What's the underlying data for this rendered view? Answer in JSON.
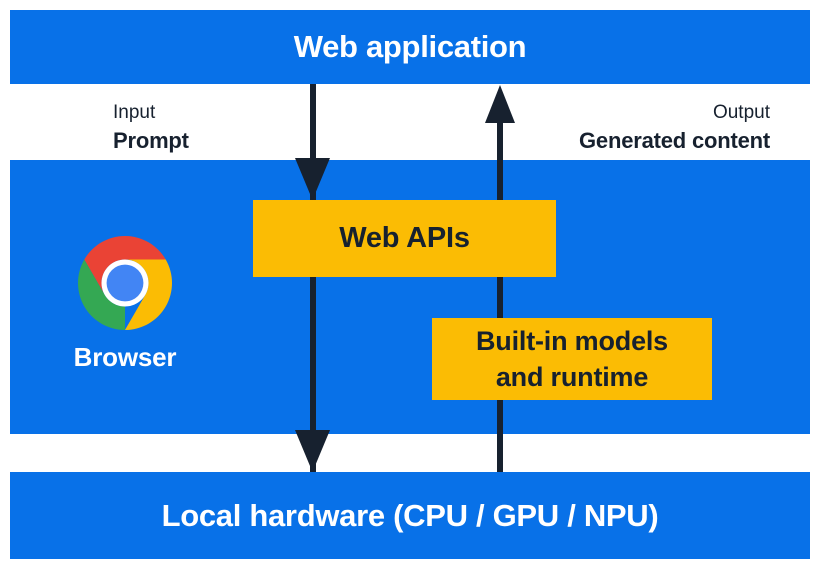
{
  "top_bar": {
    "label": "Web application"
  },
  "io_labels": {
    "input_caption": "Input",
    "input_value": "Prompt",
    "output_caption": "Output",
    "output_value": "Generated content"
  },
  "browser_band": {
    "browser_label": "Browser",
    "web_apis_box_label": "Web APIs",
    "builtin_box_label_line1": "Built-in models",
    "builtin_box_label_line2": "and runtime"
  },
  "bottom_bar": {
    "label": "Local hardware (CPU / GPU / NPU)"
  },
  "icons": {
    "chrome_icon": "chrome-browser-logo",
    "down_arrow": "downward-flow-arrow",
    "up_arrow": "upward-flow-arrow"
  },
  "colors": {
    "band_blue": "#0871E8",
    "box_yellow": "#FBBC04",
    "dark_navy": "#17212F",
    "text_white": "#FFFFFF",
    "chrome_red": "#EA4335",
    "chrome_yellow": "#FBBC04",
    "chrome_green": "#34A853",
    "chrome_center_blue": "#4285F4"
  }
}
